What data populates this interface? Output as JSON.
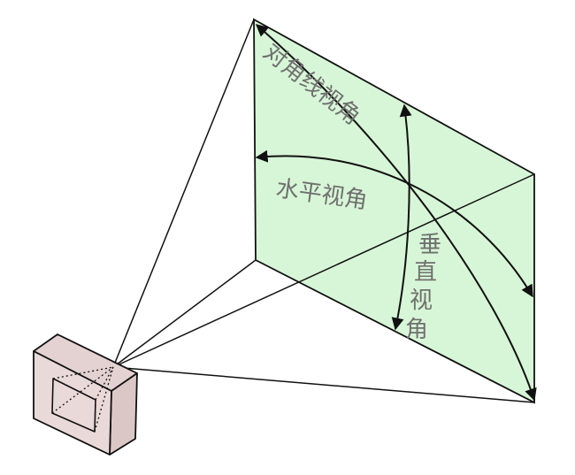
{
  "labels": {
    "diagonal": "对角线视角",
    "horizontal": "水平视角",
    "vertical": [
      "垂",
      "直",
      "视",
      "角"
    ]
  },
  "colors": {
    "plane_fill": "#d7f6d7",
    "line": "#111111",
    "camera_front": "#ead9d9",
    "camera_side": "#dcc7c7",
    "camera_top": "#e4d2d2",
    "label_text": "#707070"
  }
}
